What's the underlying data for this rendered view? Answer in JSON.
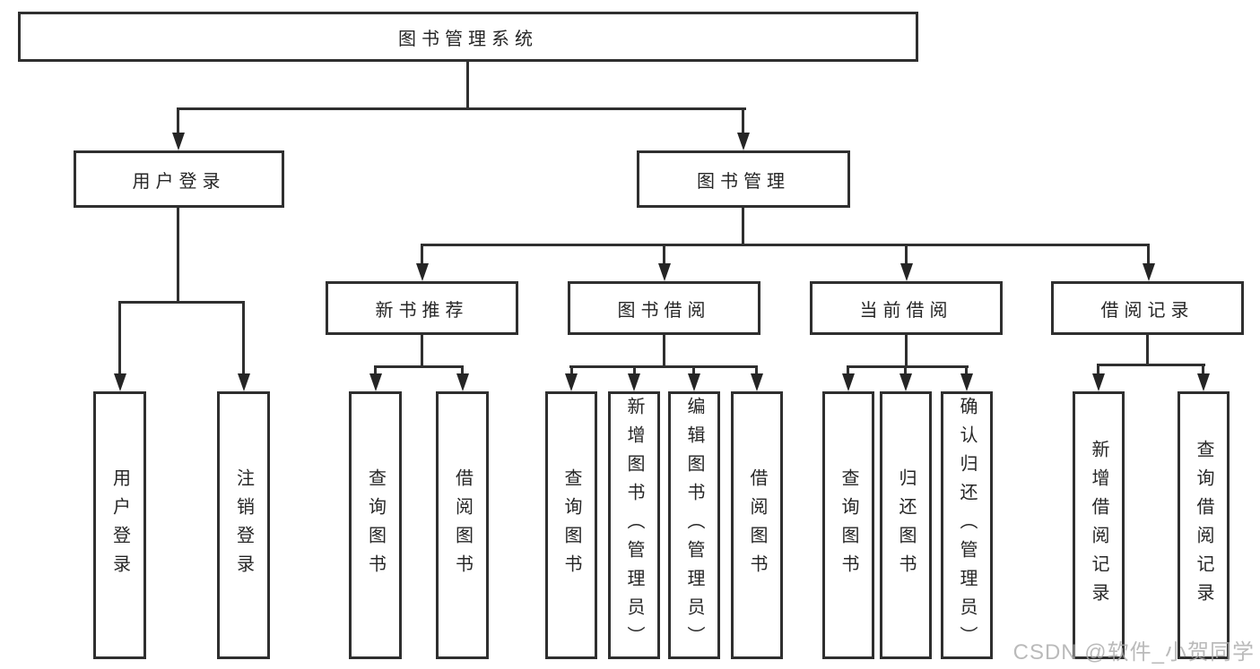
{
  "diagram": {
    "root": {
      "label": "图书管理系统"
    },
    "level2": [
      {
        "label": "用户登录"
      },
      {
        "label": "图书管理"
      }
    ],
    "level3": [
      {
        "label": "新书推荐"
      },
      {
        "label": "图书借阅"
      },
      {
        "label": "当前借阅"
      },
      {
        "label": "借阅记录"
      }
    ],
    "leaves": {
      "user_login": [
        "用户登录",
        "注销登录"
      ],
      "new_book": [
        "查询图书",
        "借阅图书"
      ],
      "book_borrow": [
        "查询图书",
        "新增图书（管理员）",
        "编辑图书（管理员）",
        "借阅图书"
      ],
      "current_borrow": [
        "查询图书",
        "归还图书",
        "确认归还（管理员）"
      ],
      "borrow_record": [
        "新增借阅记录",
        "查询借阅记录"
      ]
    }
  },
  "watermark": {
    "text": "CSDN @软件_小贺同学"
  },
  "colors": {
    "line": "#2f2f2f",
    "arrow": "#252525",
    "text": "#262626",
    "background": "#ffffff",
    "watermark": "#aaaaaa"
  }
}
